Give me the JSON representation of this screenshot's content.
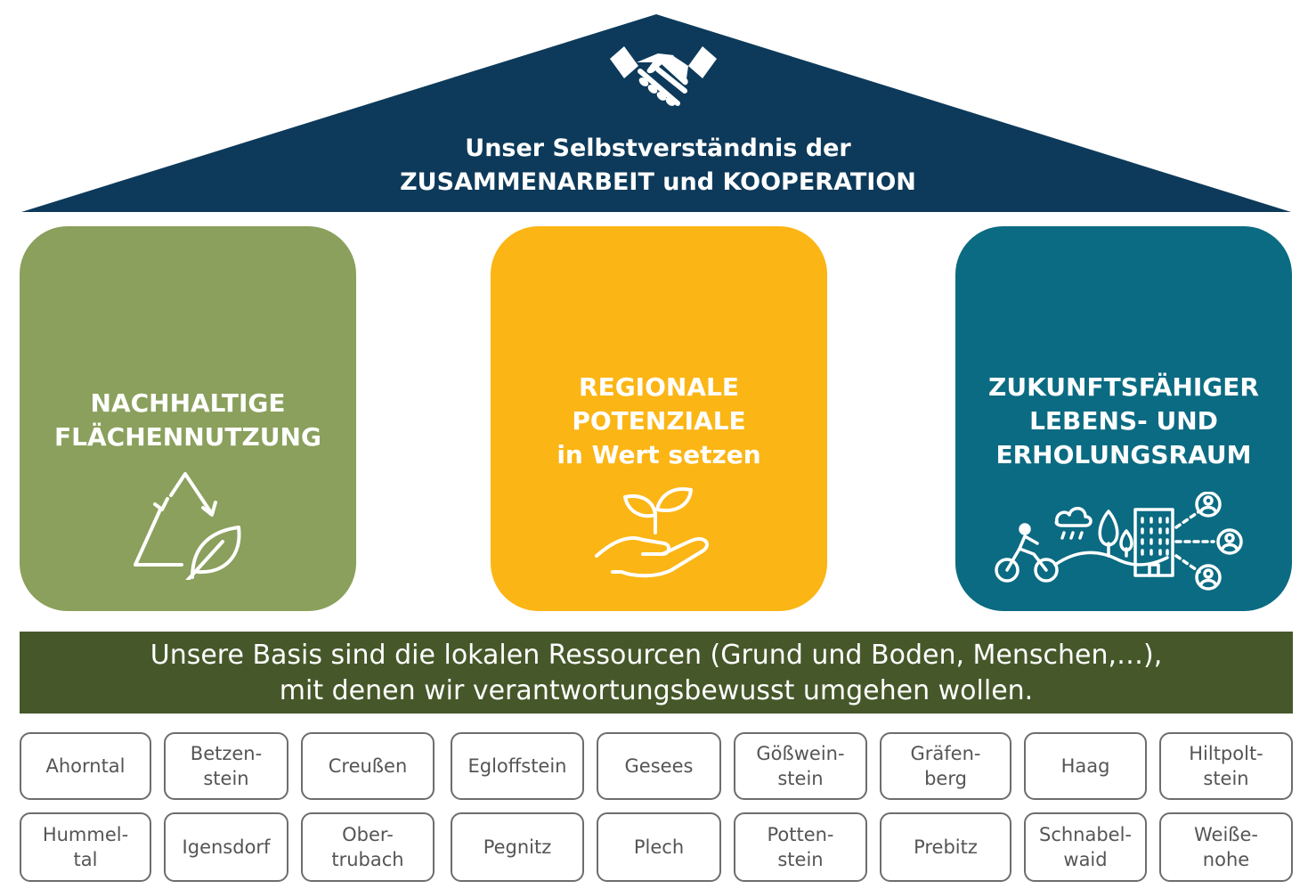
{
  "roof": {
    "line1": "Unser Selbstverständnis der",
    "line2": "ZUSAMMENARBEIT und KOOPERATION",
    "icon": "handshake-icon",
    "color": "#0d3a5a"
  },
  "pillars": [
    {
      "line1": "NACHHALTIGE",
      "line2": "FLÄCHENNUTZUNG",
      "line3": "",
      "icon": "recycle-leaf-icon",
      "color": "#8aa05c"
    },
    {
      "line1": "REGIONALE",
      "line2": "POTENZIALE",
      "line3": "in Wert setzen",
      "icon": "hand-sprout-icon",
      "color": "#fbb515"
    },
    {
      "line1": "ZUKUNFTSFÄHIGER",
      "line2": "LEBENS- UND",
      "line3": "ERHOLUNGSRAUM",
      "icon": "cyclist-city-people-icon",
      "color": "#0b6b82"
    }
  ],
  "basis": {
    "line1": "Unsere Basis sind die lokalen Ressourcen (Grund und Boden, Menschen,…),",
    "line2": "mit denen wir verantwortungsbewusst umgehen wollen.",
    "color": "#46582a"
  },
  "municipalities": [
    "Ahorntal",
    "Betzen-\nstein",
    "Creußen",
    "Egloffstein",
    "Gesees",
    "Gößwein-\nstein",
    "Gräfen-\nberg",
    "Haag",
    "Hiltpolt-\nstein",
    "Hummel-\ntal",
    "Igensdorf",
    "Ober-\ntrubach",
    "Pegnitz",
    "Plech",
    "Potten-\nstein",
    "Prebitz",
    "Schnabel-\nwaid",
    "Weiße-\nnohe"
  ]
}
